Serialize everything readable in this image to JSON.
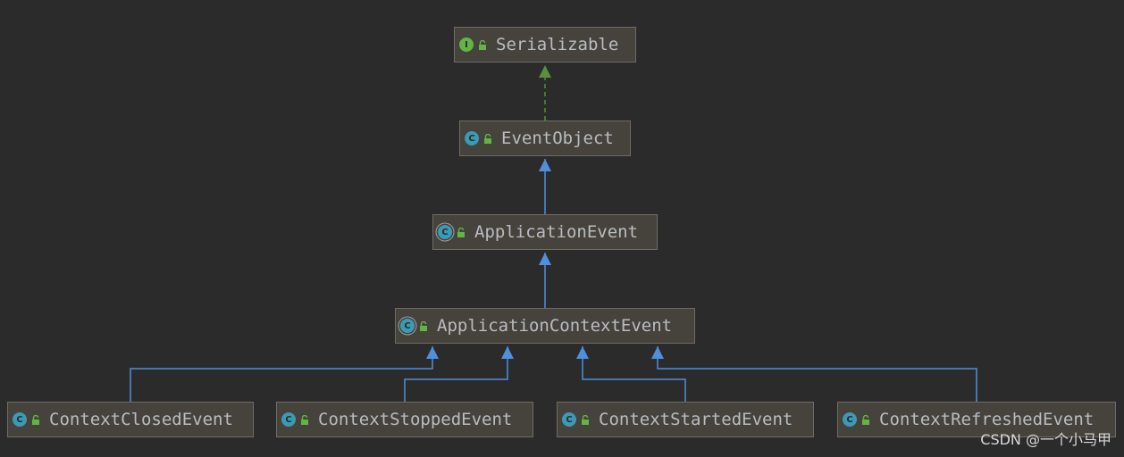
{
  "colors": {
    "background": "#2b2b2b",
    "node_fill": "#45433c",
    "node_border": "#6e6c66",
    "text": "#b9bcc0",
    "extends_edge": "#4f8fdc",
    "implements_edge": "#5a8f3c",
    "interface_badge": "#62b543",
    "class_badge": "#3b9ab5",
    "lock_icon": "#62b543"
  },
  "nodes": {
    "serializable": {
      "label": "Serializable",
      "kind": "interface",
      "badge": "I",
      "icon": "interface-icon"
    },
    "eventobject": {
      "label": "EventObject",
      "kind": "class",
      "badge": "C",
      "icon": "class-icon"
    },
    "appevent": {
      "label": "ApplicationEvent",
      "kind": "abstract",
      "badge": "C",
      "icon": "abstract-class-icon"
    },
    "appctxevent": {
      "label": "ApplicationContextEvent",
      "kind": "abstract",
      "badge": "C",
      "icon": "abstract-class-icon"
    },
    "closed": {
      "label": "ContextClosedEvent",
      "kind": "class",
      "badge": "C",
      "icon": "class-icon"
    },
    "stopped": {
      "label": "ContextStoppedEvent",
      "kind": "class",
      "badge": "C",
      "icon": "class-icon"
    },
    "started": {
      "label": "ContextStartedEvent",
      "kind": "class",
      "badge": "C",
      "icon": "class-icon"
    },
    "refreshed": {
      "label": "ContextRefreshedEvent",
      "kind": "class",
      "badge": "C",
      "icon": "class-icon"
    }
  },
  "edges": [
    {
      "from": "eventobject",
      "to": "serializable",
      "type": "implements"
    },
    {
      "from": "appevent",
      "to": "eventobject",
      "type": "extends"
    },
    {
      "from": "appctxevent",
      "to": "appevent",
      "type": "extends"
    },
    {
      "from": "closed",
      "to": "appctxevent",
      "type": "extends"
    },
    {
      "from": "stopped",
      "to": "appctxevent",
      "type": "extends"
    },
    {
      "from": "started",
      "to": "appctxevent",
      "type": "extends"
    },
    {
      "from": "refreshed",
      "to": "appctxevent",
      "type": "extends"
    }
  ],
  "watermark": "CSDN @一个小马甲"
}
